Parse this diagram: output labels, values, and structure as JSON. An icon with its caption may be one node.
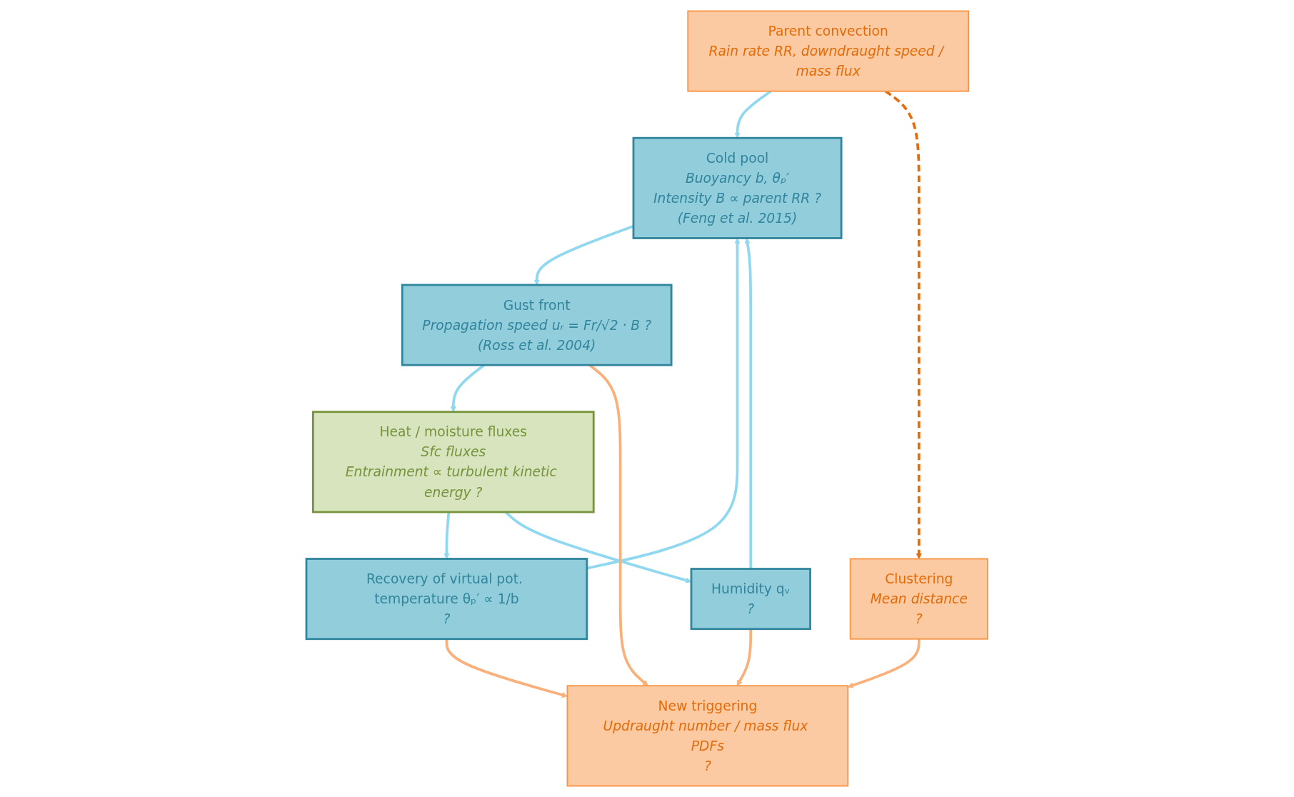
{
  "diagram": {
    "nodes": [
      {
        "text": [
          "Parent convection",
          "Rain rate RR, downdraught speed / mass flux"
        ]
      },
      {
        "text": [
          "Cold pool",
          "Buoyancy b, θₚ′",
          "Intensity B ∝ parent RR ?",
          "(Feng et al. 2015)"
        ]
      },
      {
        "text": [
          "Recovery of virtual pot. temperature θₚ′ ∝ 1/b",
          "?"
        ]
      },
      {
        "text": [
          "Humidity qᵥ",
          "?"
        ]
      },
      {
        "text": [
          "Gust front",
          "Propagation speed uᵣ = Fr/√2 · B ?",
          "(Ross et al. 2004)"
        ]
      },
      {
        "text": [
          "Heat / moisture fluxes",
          "Sfc fluxes",
          "Entrainment ∝ turbulent kinetic energy ?"
        ]
      },
      {
        "text": [
          "Clustering",
          "Mean distance",
          "?"
        ]
      },
      {
        "text": [
          "New triggering",
          "Updraught number / mass flux PDFs",
          "?"
        ]
      }
    ],
    "edges": [
      {
        "from": 0,
        "to": 1,
        "arrow": "to"
      },
      {
        "from": 2,
        "to": 1,
        "arrow": "to"
      },
      {
        "from": 3,
        "to": 1,
        "arrow": "to"
      },
      {
        "from": 1,
        "to": 4,
        "arrow": "to"
      },
      {
        "from": 4,
        "to": 5,
        "arrow": "to"
      },
      {
        "from": 5,
        "to": 2,
        "arrow": "to"
      },
      {
        "from": 5,
        "to": 3,
        "arrow": "to"
      },
      {
        "from": 4,
        "to": 7,
        "arrow": "to",
        "color": "#f9b07a"
      },
      {
        "from": 2,
        "to": 7,
        "arrow": "to",
        "color": "#f9b07a"
      },
      {
        "from": 6,
        "to": 7,
        "arrow": "to",
        "color": "#f9b07a"
      },
      {
        "from": 3,
        "to": 7,
        "arrow": "to",
        "color": "#f9b07a"
      },
      {
        "from": 0,
        "to": 6,
        "arrow": "to",
        "style": "dashed",
        "color": "#e46c0a"
      }
    ]
  }
}
